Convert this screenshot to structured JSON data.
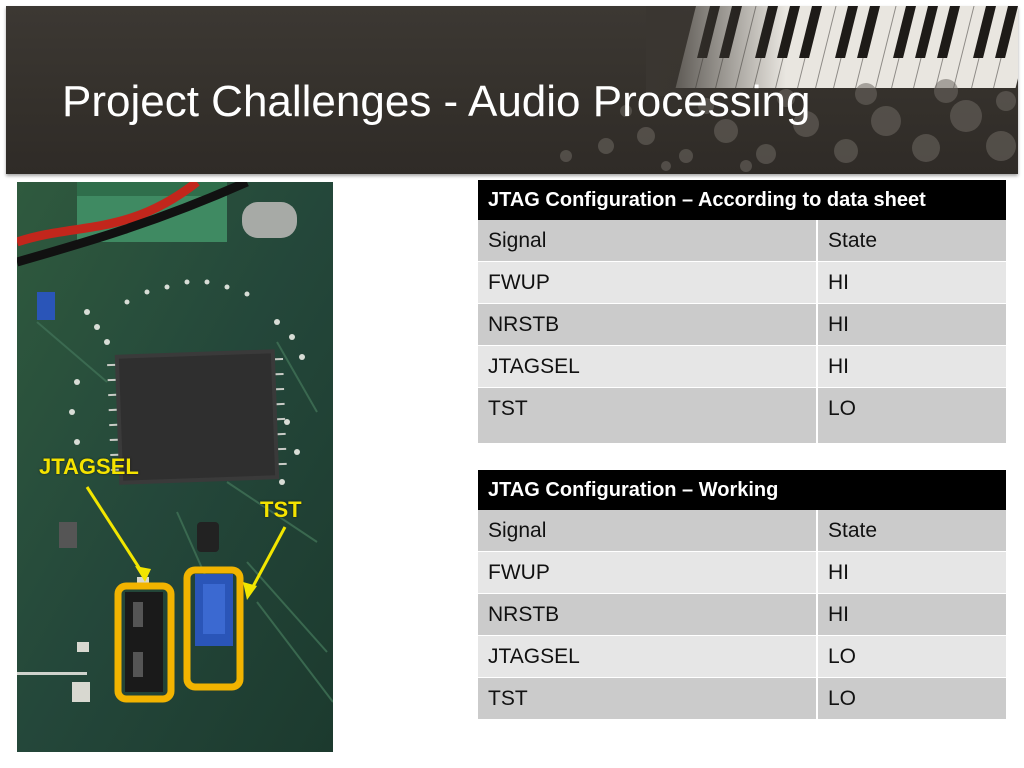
{
  "slide": {
    "title": "Project Challenges - Audio Processing"
  },
  "photo": {
    "labels": {
      "jtagsel": "JTAGSEL",
      "tst": "TST"
    },
    "highlight_color": "#f2b400",
    "label_color": "#f4e300"
  },
  "tables": [
    {
      "header": "JTAG Configuration – According to data sheet",
      "columns": [
        "Signal",
        "State"
      ],
      "rows": [
        [
          "FWUP",
          "HI"
        ],
        [
          "NRSTB",
          "HI"
        ],
        [
          "JTAGSEL",
          "HI"
        ],
        [
          "TST",
          "LO"
        ]
      ]
    },
    {
      "header": "JTAG Configuration – Working",
      "columns": [
        "Signal",
        "State"
      ],
      "rows": [
        [
          "FWUP",
          "HI"
        ],
        [
          "NRSTB",
          "HI"
        ],
        [
          "JTAGSEL",
          "LO"
        ],
        [
          "TST",
          "LO"
        ]
      ]
    }
  ]
}
